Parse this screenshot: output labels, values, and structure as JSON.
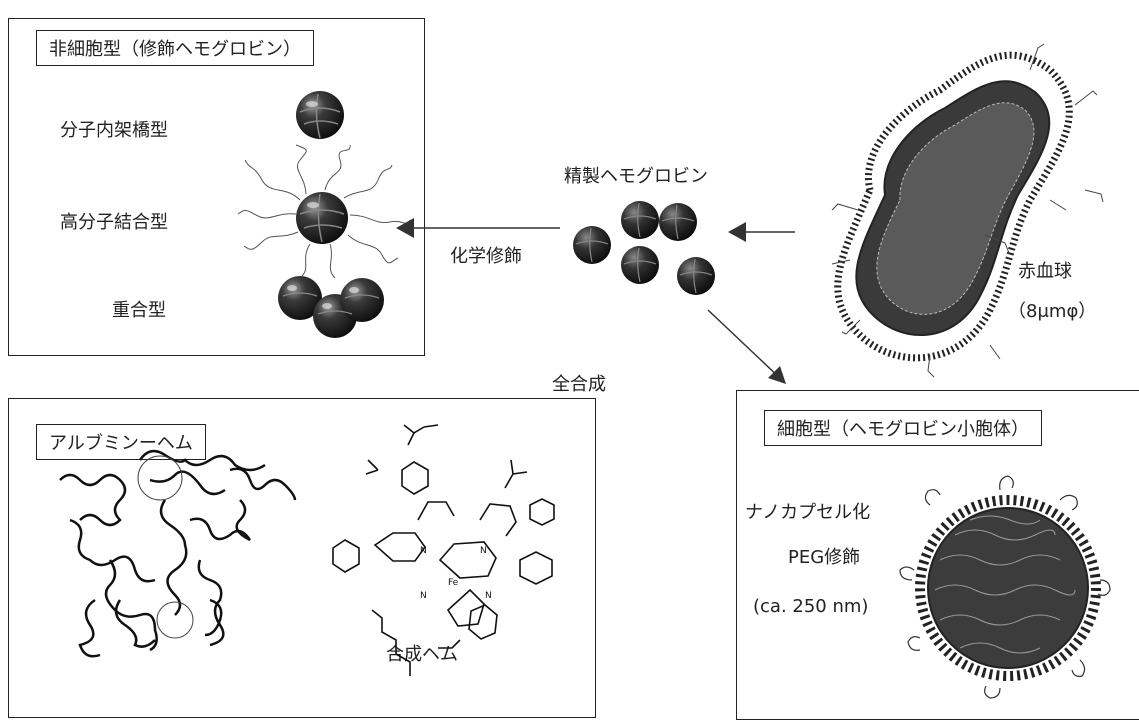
{
  "non_cellular": {
    "title": "非細胞型（修飾ヘモグロビン）",
    "items": [
      "分子内架橋型",
      "高分子結合型",
      "重合型"
    ]
  },
  "purified_hb_label": "精製ヘモグロビン",
  "chem_mod_label": "化学修飾",
  "rbc": {
    "label": "赤血球",
    "size": "（8μmφ）"
  },
  "total_synthesis_label": "全合成",
  "albumin_heme": {
    "title": "アルブミンーヘム",
    "synthetic_heme_label": "合成ヘム"
  },
  "cellular": {
    "title": "細胞型（ヘモグロビン小胞体）",
    "lines": [
      "ナノカプセル化",
      "PEG修飾",
      "(ca. 250 nm)"
    ]
  }
}
